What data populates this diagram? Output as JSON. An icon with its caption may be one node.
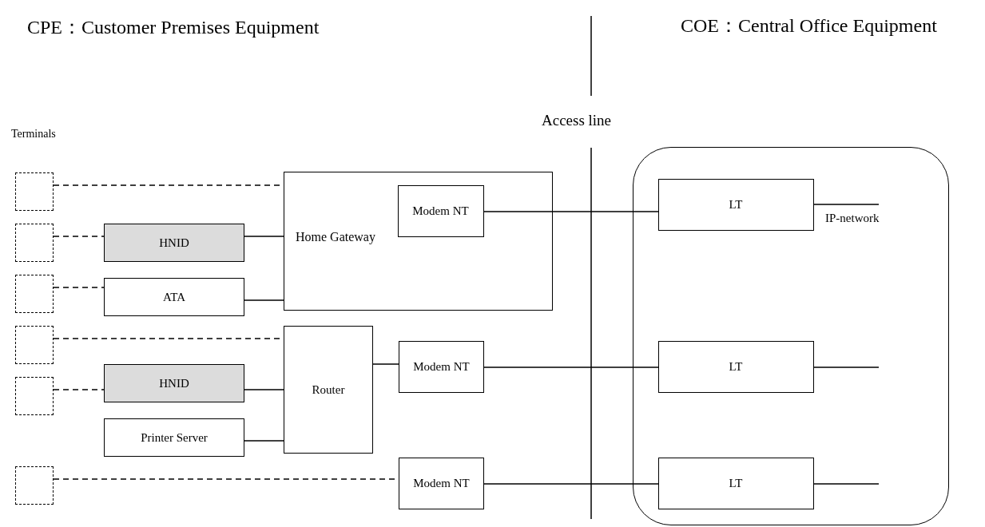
{
  "diagram": {
    "nodes": [
      {
        "text": [
          "Home Gateway"
        ]
      },
      {
        "text": [
          "Modem NT"
        ],
        "in": 0
      },
      {
        "text": [
          "HNID"
        ]
      },
      {
        "text": [
          "ATA"
        ]
      },
      {
        "text": [
          "Router"
        ]
      },
      {
        "text": [
          "Modem NT"
        ]
      },
      {
        "text": [
          "HNID"
        ]
      },
      {
        "text": [
          "Printer Server"
        ]
      },
      {
        "text": [
          "Modem NT"
        ]
      },
      {
        "text": [
          "IP-network"
        ]
      },
      {
        "text": [
          "LT"
        ],
        "in": 9
      },
      {
        "text": [
          "LT"
        ],
        "in": 9
      },
      {
        "text": [
          "LT"
        ],
        "in": 9
      },
      {
        "text": [],
        "shape": "box"
      },
      {
        "text": [],
        "shape": "box"
      },
      {
        "text": [],
        "shape": "box"
      },
      {
        "text": [],
        "shape": "box"
      },
      {
        "text": [],
        "shape": "box"
      },
      {
        "text": [],
        "shape": "box"
      }
    ],
    "edges": [
      {
        "from": 13,
        "to": 0,
        "arrow": "none",
        "style": "dashed"
      },
      {
        "from": 14,
        "to": 2,
        "arrow": "none",
        "style": "dashed"
      },
      {
        "from": 15,
        "to": 3,
        "arrow": "none",
        "style": "dashed"
      },
      {
        "from": 16,
        "to": 4,
        "arrow": "none",
        "style": "dashed"
      },
      {
        "from": 17,
        "to": 6,
        "arrow": "none",
        "style": "dashed"
      },
      {
        "from": 18,
        "to": 8,
        "arrow": "none",
        "style": "dashed"
      },
      {
        "from": 2,
        "to": 0,
        "arrow": "none"
      },
      {
        "from": 3,
        "to": 0,
        "arrow": "none"
      },
      {
        "from": 6,
        "to": 4,
        "arrow": "none"
      },
      {
        "from": 7,
        "to": 4,
        "arrow": "none"
      },
      {
        "from": 4,
        "to": 5,
        "arrow": "none"
      },
      {
        "from": 1,
        "to": 10,
        "arrow": "none"
      },
      {
        "from": 5,
        "to": 11,
        "arrow": "none"
      },
      {
        "from": 8,
        "to": 12,
        "arrow": "none"
      },
      {
        "from": 10,
        "to": null,
        "arrow": "none"
      },
      {
        "from": 11,
        "to": null,
        "arrow": "none"
      },
      {
        "from": 12,
        "to": null,
        "arrow": "none"
      }
    ],
    "labels": [
      "CPE：Customer Premises Equipment",
      "COE：Central Office Equipment",
      "Access line",
      "Terminals"
    ]
  }
}
